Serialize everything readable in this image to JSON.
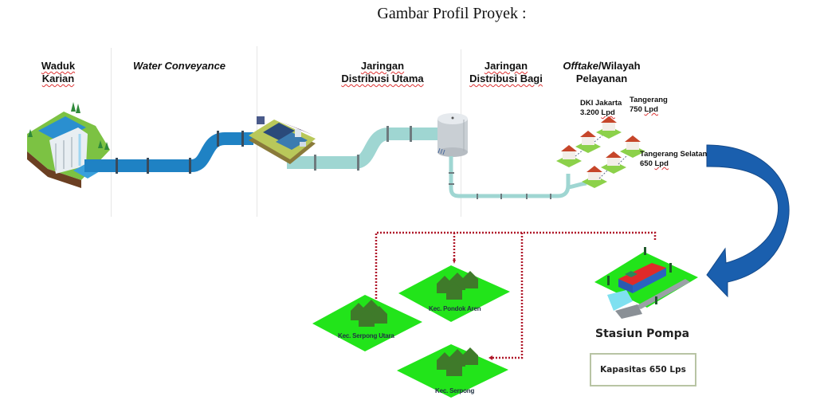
{
  "title": "Gambar Profil Proyek :",
  "sections": [
    {
      "line1": "Waduk",
      "line2": "Karian"
    },
    {
      "line1_italic": "Water Conveyance"
    },
    {
      "line1": "Jaringan",
      "line2": "Distribusi Utama"
    },
    {
      "line1": "Jaringan",
      "line2": "Distribusi Bagi"
    },
    {
      "line1_italic": "Offtake",
      "line1_rest": "/Wilayah",
      "line2": "Pelayanan"
    }
  ],
  "offtake": [
    {
      "name": "DKI Jakarta",
      "value": "3.200",
      "unit": "Lpd"
    },
    {
      "name": "Tangerang",
      "value": "750",
      "unit": "Lpd"
    },
    {
      "name": "Tangerang Selatan",
      "value": "650",
      "unit": "Lpd"
    }
  ],
  "kecamatan": [
    {
      "label": "Kec. Serpong Utara"
    },
    {
      "label": "Kec. Pondok Aren"
    },
    {
      "label": "Kec. Serpong"
    }
  ],
  "pump_station": {
    "label": "Stasiun Pompa",
    "capacity": "Kapasitas 650 Lps"
  },
  "colors": {
    "conveyance_pipe": "#1f82c4",
    "distribution_pipe": "#9fd6d2",
    "arrow": "#1a5fae",
    "flow_line": "#b0182a",
    "district_ground": "#22e41a"
  }
}
